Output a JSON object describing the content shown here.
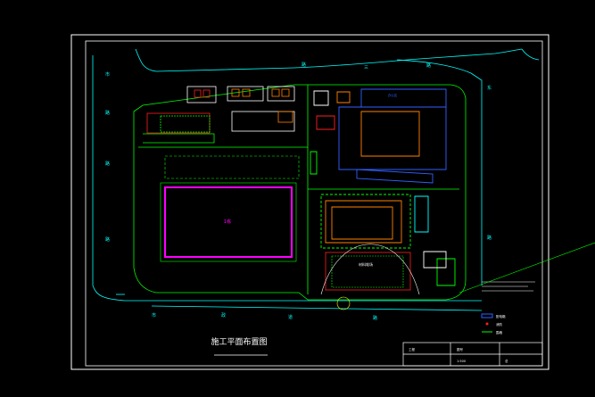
{
  "drawing": {
    "title": "施工平面布置图",
    "road_labels": {
      "top_left": "市",
      "top_mid": "路",
      "top_three": "三",
      "top_right": "路",
      "right_top": "东",
      "right_bottom": "路",
      "left_top": "路",
      "left_mid": "路",
      "left_bottom": "路",
      "bottom_1": "市",
      "bottom_2": "政",
      "bottom_3": "道",
      "bottom_4": "路"
    },
    "small_labels": {
      "main_building": "1栋",
      "yard": "材料堆场",
      "right_area": "办公区"
    },
    "legend_items": [
      "配电箱",
      "消防",
      "围墙"
    ],
    "title_block": {
      "row1_left": "工程",
      "row1_mid": "图号",
      "row2_mid": "1:500",
      "row2_right": "总"
    }
  },
  "colors": {
    "frame": "#ffffff",
    "road": "#00ffff",
    "site": "#00ff00",
    "building": "#ff00ff",
    "warm": "#ff8000",
    "blue": "#3060ff",
    "red": "#ff2020",
    "yellow": "#ffff00"
  }
}
